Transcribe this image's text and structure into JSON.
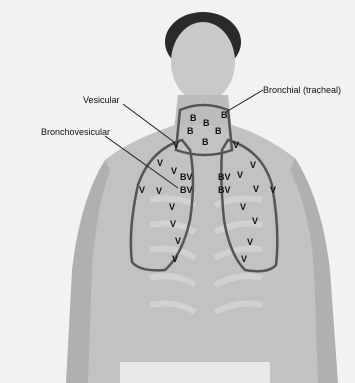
{
  "labels": {
    "vesicular": "Vesicular",
    "bronchovesicular": "Bronchovesicular",
    "bronchial": "Bronchial (tracheal)"
  },
  "marks": {
    "b": "B",
    "bv": "BV",
    "v": "V"
  },
  "colors": {
    "background": "#f2f2f2",
    "skin": "#bdbdbd",
    "outline": "#555555"
  }
}
